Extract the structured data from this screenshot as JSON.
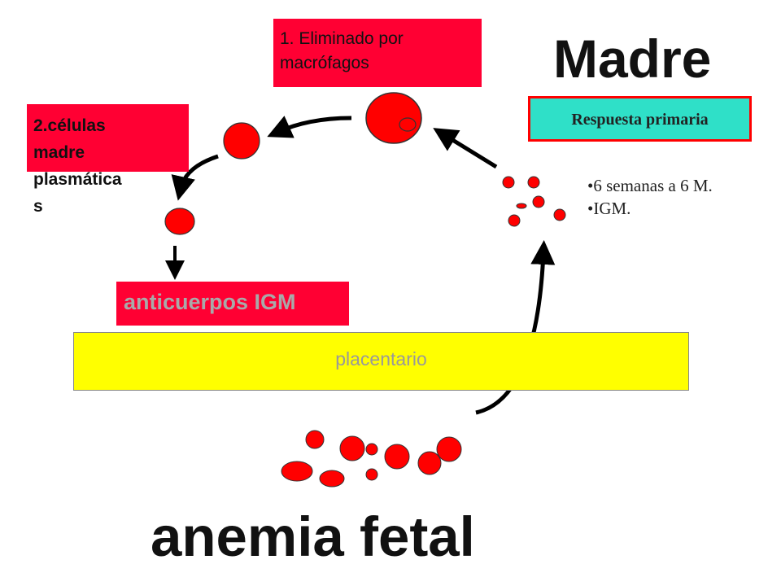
{
  "step1": {
    "text": "1. Eliminado por\nmacrófagos"
  },
  "step2": {
    "text": "2.células\nmadre\nplasmática\ns"
  },
  "antibodies": {
    "text": "anticuerpos IGM"
  },
  "placenta": {
    "text": "placentario"
  },
  "mother": {
    "title": "Madre"
  },
  "response": {
    "label": "Respuesta primaria"
  },
  "bullets": [
    "•6 semanas a 6 M.",
    "•IGM."
  ],
  "fetal": {
    "title": "anemia fetal"
  },
  "colors": {
    "cell": "#ff0000",
    "label_box": "#ff0033",
    "placenta": "#ffff00",
    "response_box": "#2fe0c8",
    "arrow": "#000000"
  }
}
